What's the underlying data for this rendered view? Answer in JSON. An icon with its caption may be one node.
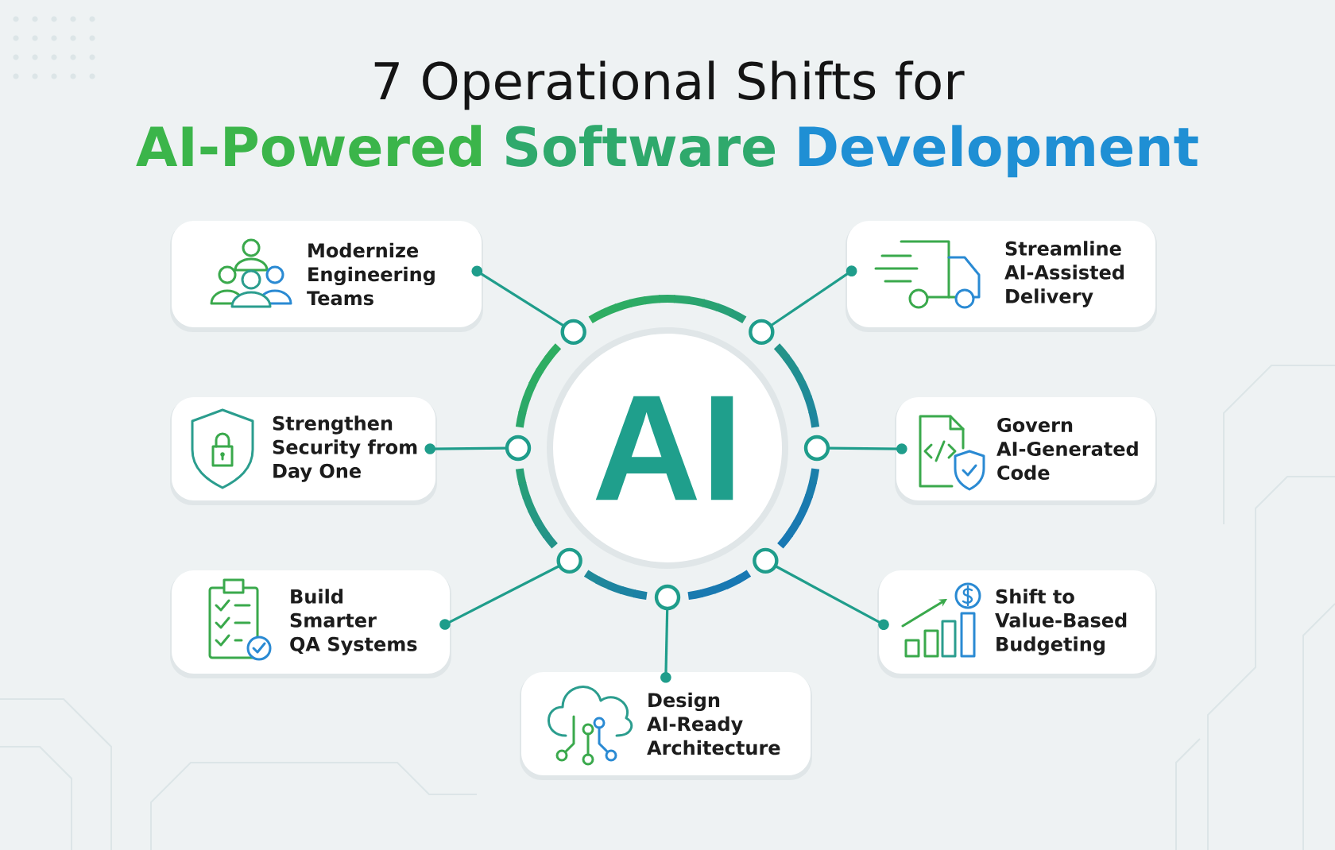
{
  "diagram": {
    "title": "7 Operational Shifts for **AI-Powered Software Development**",
    "nodes": [
      {
        "text": [
          "Modernize Engineering Teams"
        ]
      },
      {
        "text": [
          "Streamline AI-Assisted Delivery"
        ]
      },
      {
        "text": [
          "AI"
        ]
      },
      {
        "text": [
          "Strengthen Security from Day One"
        ]
      },
      {
        "text": [
          "Govern AI-Generated Code"
        ]
      },
      {
        "text": [
          "Build Smarter QA Systems"
        ]
      },
      {
        "text": [
          "Shift to Value-Based Budgeting"
        ]
      },
      {
        "text": [
          "Design AI-Ready Architecture"
        ]
      }
    ],
    "edges": [
      {
        "from": 2,
        "to": 0,
        "arrow": "other"
      },
      {
        "from": 2,
        "to": 1,
        "arrow": "other"
      },
      {
        "from": 2,
        "to": 3,
        "arrow": "other"
      },
      {
        "from": 2,
        "to": 4,
        "arrow": "other"
      },
      {
        "from": 2,
        "to": 5,
        "arrow": "other"
      },
      {
        "from": 2,
        "to": 6,
        "arrow": "other"
      },
      {
        "from": 2,
        "to": 7,
        "arrow": "other"
      }
    ]
  }
}
